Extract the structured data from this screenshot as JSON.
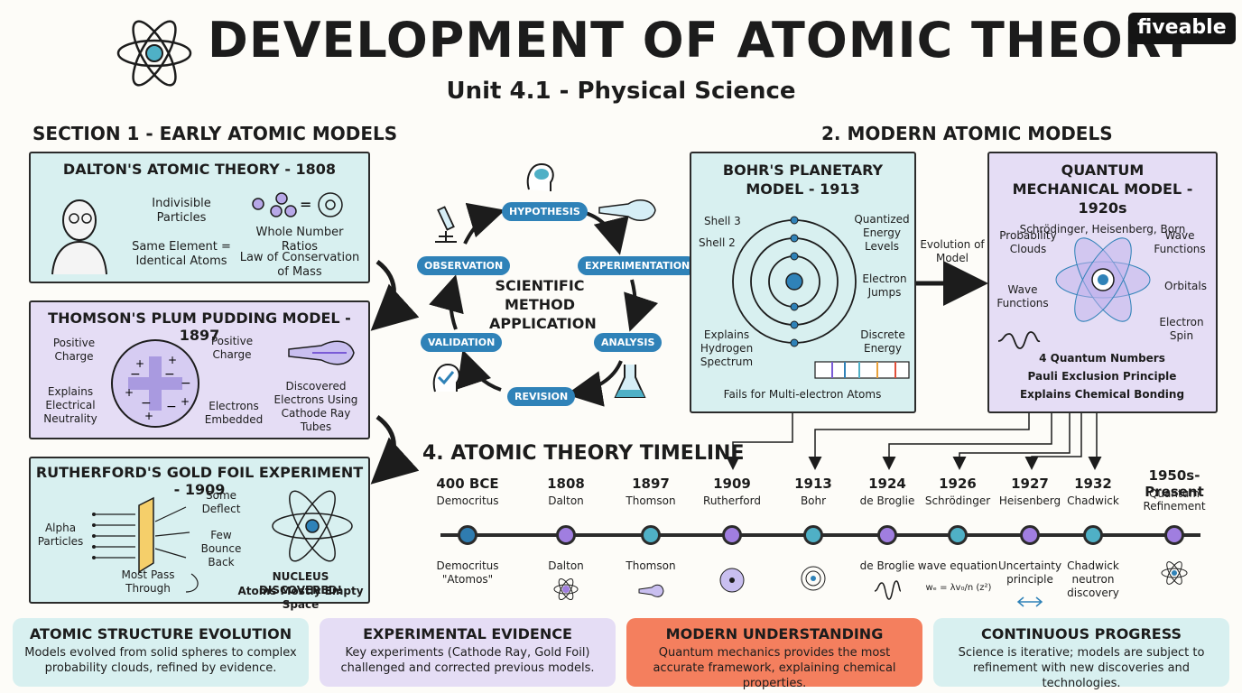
{
  "header": {
    "title": "DEVELOPMENT OF ATOMIC THEORY",
    "subtitle": "Unit 4.1 - Physical Science",
    "logo": "fiveable"
  },
  "section1": {
    "heading": "SECTION 1 - EARLY ATOMIC MODELS",
    "dalton": {
      "title": "DALTON'S ATOMIC THEORY - 1808",
      "indivisible": "Indivisible Particles",
      "same_element": "Same Element = Identical Atoms",
      "whole_number": "Whole Number Ratios",
      "conservation": "Law of Conservation of Mass"
    },
    "thomson": {
      "title": "THOMSON'S PLUM PUDDING MODEL - 1897",
      "positive_left": "Positive Charge",
      "positive_right": "Positive Charge",
      "neutrality": "Explains Electrical Neutrality",
      "electrons": "Electrons Embedded",
      "discovered": "Discovered Electrons Using Cathode Ray Tubes"
    },
    "rutherford": {
      "title": "RUTHERFORD'S GOLD FOIL EXPERIMENT - 1909",
      "alpha": "Alpha Particles",
      "deflect": "Some Deflect",
      "bounce": "Few Bounce Back",
      "pass": "Most Pass Through",
      "nucleus": "NUCLEUS DISCOVERED!",
      "empty": "Atoms Mostly Empty Space"
    }
  },
  "method": {
    "center": "SCIENTIFIC METHOD APPLICATION",
    "steps": [
      "HYPOTHESIS",
      "EXPERIMENTATION",
      "ANALYSIS",
      "REVISION",
      "VALIDATION",
      "OBSERVATION"
    ]
  },
  "section2": {
    "heading": "2. MODERN ATOMIC MODELS",
    "bohr": {
      "title": "BOHR'S PLANETARY MODEL - 1913",
      "shell3": "Shell 3",
      "shell2": "Shell 2",
      "quantized": "Quantized Energy Levels",
      "jumps": "Electron Jumps",
      "hydrogen": "Explains Hydrogen Spectrum",
      "discrete": "Discrete Energy",
      "fails": "Fails for Multi-electron Atoms"
    },
    "evolution": "Evolution of Model",
    "quantum": {
      "title": "QUANTUM MECHANICAL MODEL - 1920s",
      "names": "Schrödinger, Heisenberg, Born",
      "prob": "Probability Clouds",
      "wave_tr": "Wave Functions",
      "wave_l": "Wave Functions",
      "orbitals": "Orbitals",
      "spin": "Electron Spin",
      "numbers": "4 Quantum Numbers",
      "pauli": "Pauli Exclusion Principle",
      "bonding": "Explains Chemical Bonding"
    }
  },
  "timeline": {
    "heading": "4. ATOMIC THEORY TIMELINE",
    "events": [
      {
        "year": "400 BCE",
        "name": "Democritus",
        "below": "Democritus \"Atomos\"",
        "color": "#2f7cb0"
      },
      {
        "year": "1808",
        "name": "Dalton",
        "below": "Dalton",
        "color": "#a07ee0"
      },
      {
        "year": "1897",
        "name": "Thomson",
        "below": "Thomson",
        "color": "#4fb0c6"
      },
      {
        "year": "1909",
        "name": "Rutherford",
        "below": "",
        "color": "#a07ee0"
      },
      {
        "year": "1913",
        "name": "Bohr",
        "below": "",
        "color": "#4fb0c6"
      },
      {
        "year": "1924",
        "name": "de Broglie",
        "below": "de Broglie",
        "color": "#a07ee0"
      },
      {
        "year": "1926",
        "name": "Schrödinger",
        "below": "wave equation",
        "color": "#4fb0c6"
      },
      {
        "year": "1927",
        "name": "Heisenberg",
        "below": "Uncertainty principle",
        "color": "#a07ee0"
      },
      {
        "year": "1932",
        "name": "Chadwick",
        "below": "Chadwick neutron discovery",
        "color": "#4fb0c6"
      },
      {
        "year": "1950s-Present",
        "name": "Quantum Refinement",
        "below": "",
        "color": "#a07ee0"
      }
    ],
    "formula": "wₑ = λv₀/n (z²)"
  },
  "cards": [
    {
      "title": "ATOMIC STRUCTURE EVOLUTION",
      "text": "Models evolved from solid spheres to complex probability clouds, refined by evidence.",
      "bg": "#d8f0f0"
    },
    {
      "title": "EXPERIMENTAL EVIDENCE",
      "text": "Key experiments (Cathode Ray, Gold Foil) challenged and corrected previous models.",
      "bg": "#e5ddf5"
    },
    {
      "title": "MODERN UNDERSTANDING",
      "text": "Quantum mechanics provides the most accurate framework, explaining chemical properties.",
      "bg": "#f47f5e"
    },
    {
      "title": "CONTINUOUS PROGRESS",
      "text": "Science is iterative; models are subject to refinement with new discoveries and technologies.",
      "bg": "#d8f0f0"
    }
  ]
}
